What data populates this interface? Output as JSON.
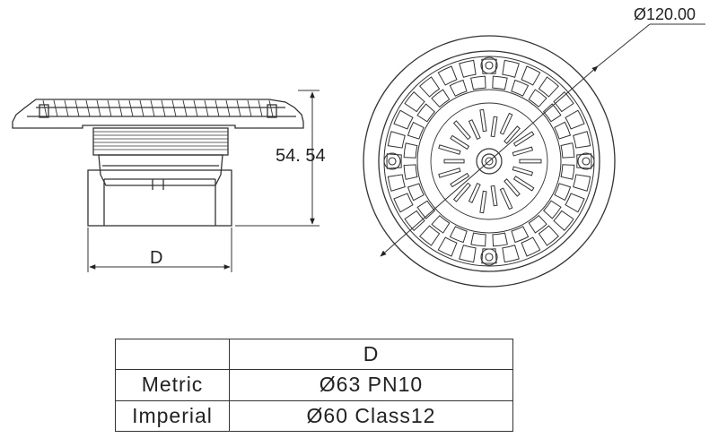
{
  "dimensions": {
    "diameter_label": "Ø120.00",
    "height_label": "54. 54",
    "width_label": "D"
  },
  "table": {
    "header": [
      "",
      "D"
    ],
    "rows": [
      {
        "label": "Metric",
        "value": "Ø63 PN10"
      },
      {
        "label": "Imperial",
        "value": "Ø60 Class12"
      }
    ]
  },
  "colors": {
    "line": "#333333",
    "text": "#222222"
  }
}
